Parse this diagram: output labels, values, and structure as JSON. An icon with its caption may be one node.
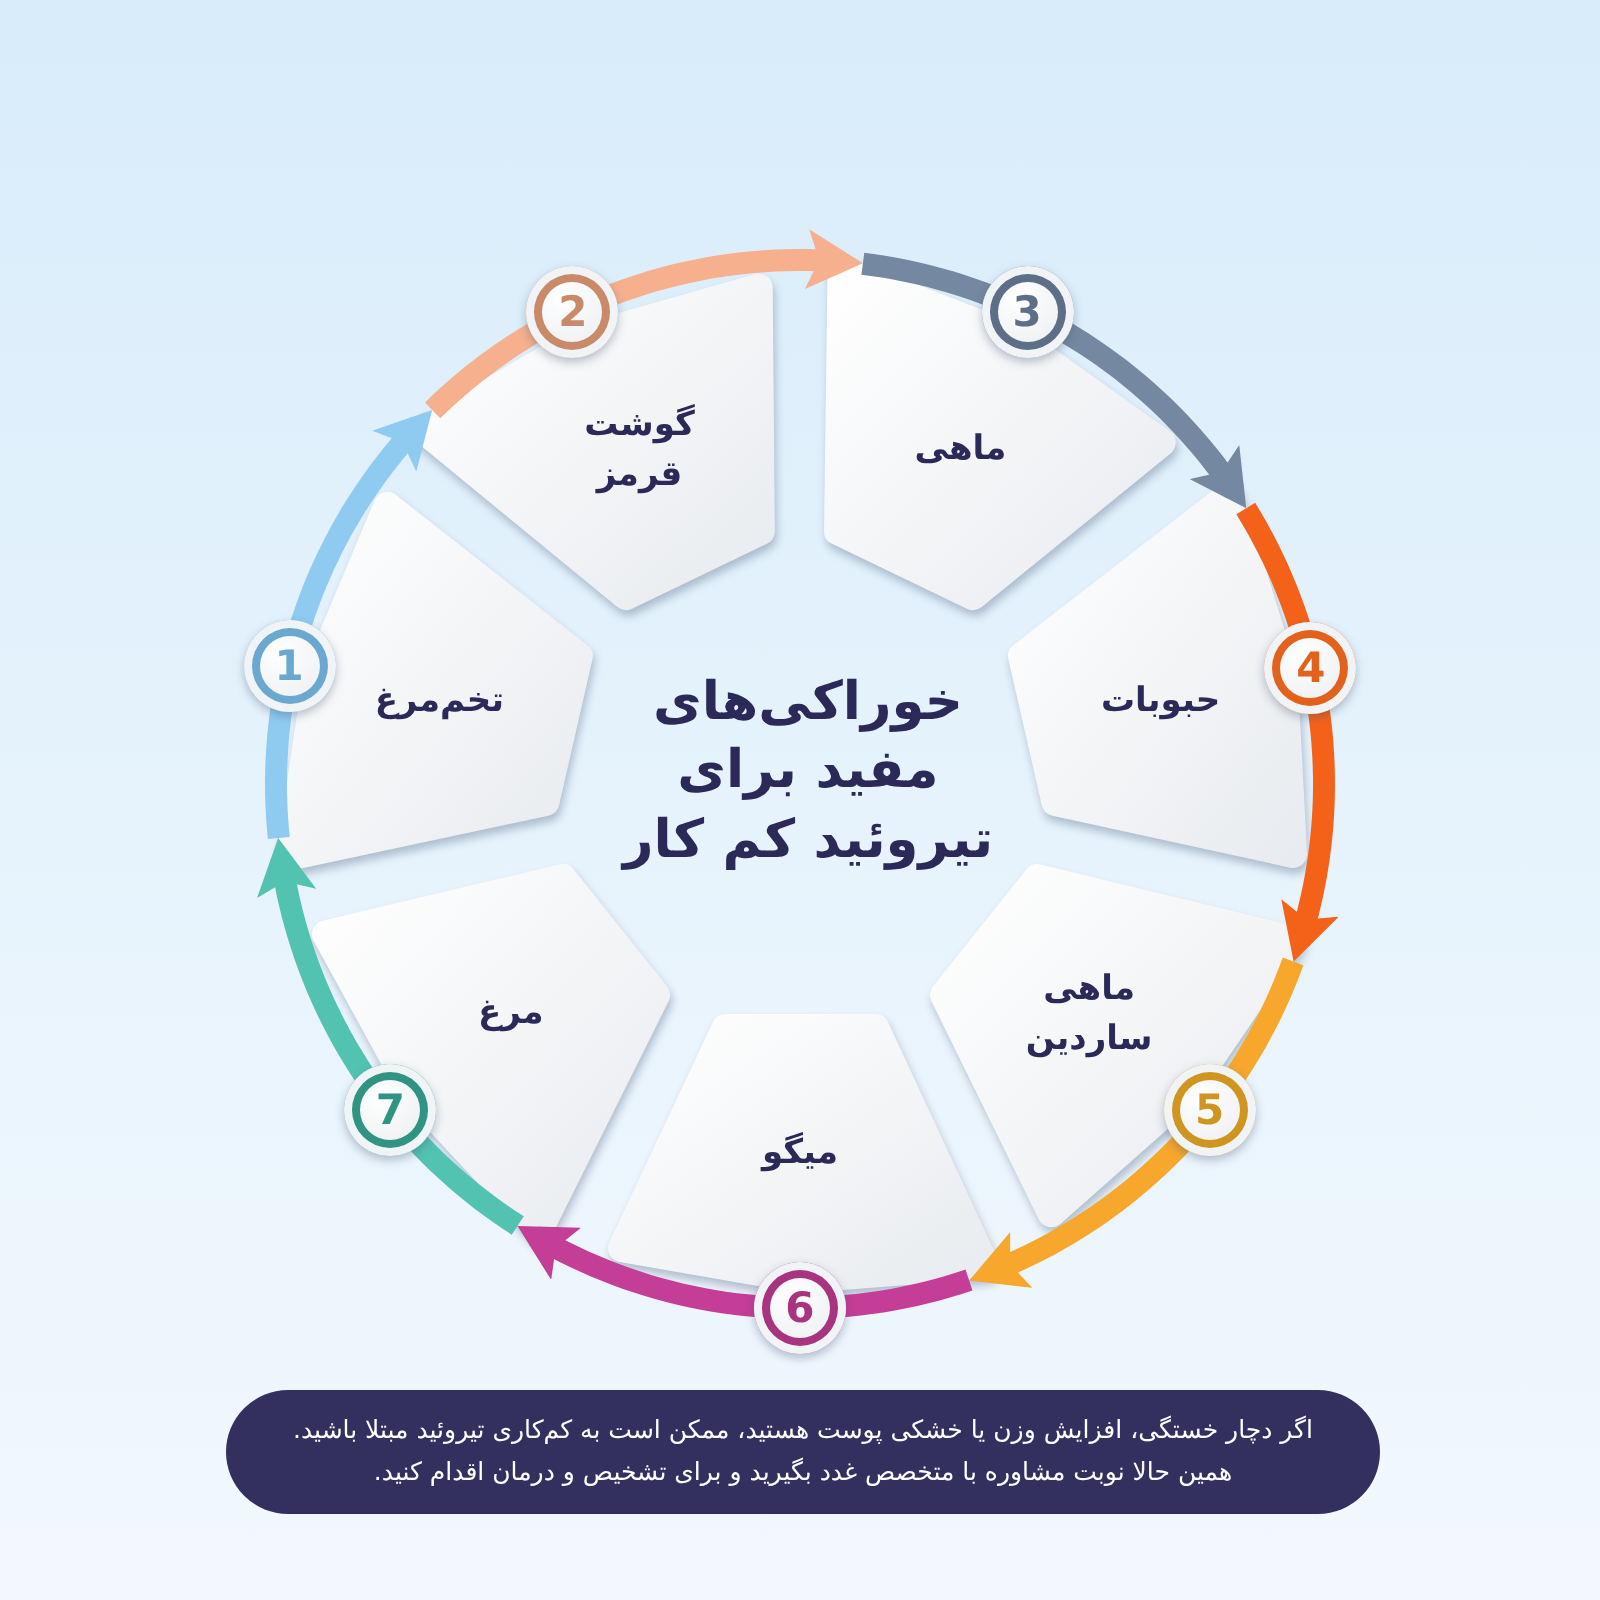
{
  "diagram": {
    "title": "خوراکی‌های مفید برای تیروئید کم کار",
    "nodes": [
      {
        "text": [
          "1",
          "تخم‌مرغ"
        ]
      },
      {
        "text": [
          "2",
          "گوشت قرمز"
        ]
      },
      {
        "text": [
          "3",
          "ماهی"
        ]
      },
      {
        "text": [
          "4",
          "حبوبات"
        ]
      },
      {
        "text": [
          "ماهی ساردین",
          "5"
        ]
      },
      {
        "text": [
          "میگو",
          "6"
        ]
      },
      {
        "text": [
          "مرغ",
          "7"
        ]
      },
      {
        "text": [
          "اگر دچار خستگی، افزایش وزن یا خشکی پوست هستید، ممکن است به کم‌کاری تیروئید مبتلا باشید. همین حالا نوبت مشاوره با متخصص غدد بگیرید و برای تشخیص و درمان اقدام کنید."
        ]
      }
    ],
    "edges": [
      {
        "from": 0,
        "to": 1,
        "arrow": "to",
        "color": "#8fcaf0"
      },
      {
        "from": 1,
        "to": 2,
        "arrow": "to",
        "color": "#f6b08e"
      },
      {
        "from": 2,
        "to": 3,
        "arrow": "to",
        "color": "#7488a1"
      },
      {
        "from": 3,
        "to": 4,
        "arrow": "to",
        "color": "#f4621a"
      },
      {
        "from": 4,
        "to": 5,
        "arrow": "to",
        "color": "#f7a72b"
      },
      {
        "from": 5,
        "to": 6,
        "arrow": "to",
        "color": "#c43d96"
      },
      {
        "from": 6,
        "to": 0,
        "arrow": "to",
        "color": "#52c3b1"
      }
    ]
  }
}
